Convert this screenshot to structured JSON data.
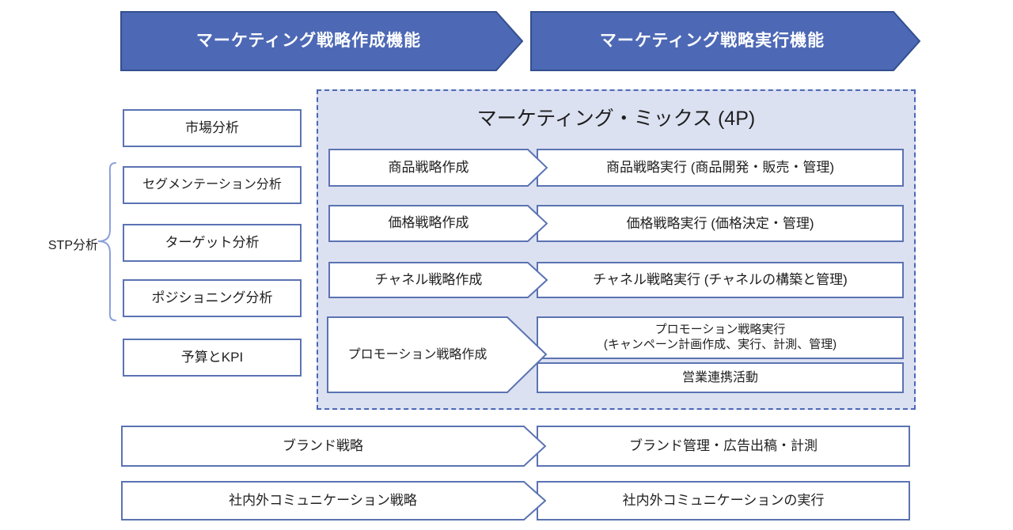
{
  "banners": {
    "create": "マーケティング戦略作成機能",
    "execute": "マーケティング戦略実行機能"
  },
  "stp": {
    "label": "STP分析"
  },
  "left_boxes": [
    "市場分析",
    "セグメンテーション分析",
    "ターゲット分析",
    "ポジショニング分析",
    "予算とKPI"
  ],
  "mix": {
    "title": "マーケティング・ミックス (4P)",
    "rows": [
      {
        "create": "商品戦略作成",
        "execute": "商品戦略実行 (商品開発・販売・管理)"
      },
      {
        "create": "価格戦略作成",
        "execute": "価格戦略実行 (価格決定・管理)"
      },
      {
        "create": "チャネル戦略作成",
        "execute": "チャネル戦略実行 (チャネルの構築と管理)"
      }
    ],
    "promotion": {
      "create": "プロモーション戦略作成",
      "execute_line1": "プロモーション戦略実行",
      "execute_line2": "(キャンペーン計画作成、実行、計測、管理)",
      "sales": "営業連携活動"
    }
  },
  "bottom_rows": [
    {
      "create": "ブランド戦略",
      "execute": "ブランド管理・広告出稿・計測"
    },
    {
      "create": "社内外コミュニケーション戦略",
      "execute": "社内外コミュニケーションの実行"
    }
  ],
  "colors": {
    "banner_fill": "#4d68b5",
    "banner_border": "#33508f",
    "box_border": "#5b73b3",
    "mix_background": "#dce1f1",
    "mix_border": "#4c68b5",
    "brace": "#8aa0d8",
    "text": "#1f1f1f"
  }
}
